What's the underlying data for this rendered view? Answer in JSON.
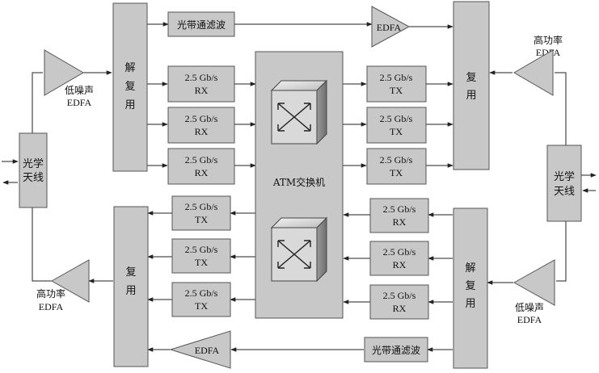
{
  "labels": {
    "bandpass_filter": "光带通滤波",
    "edfa": "EDFA",
    "demux": [
      "解",
      "复",
      "用"
    ],
    "mux": [
      "复",
      "用"
    ],
    "rate": "2.5 Gb/s",
    "rx": "RX",
    "tx": "TX",
    "atm_switch": "ATM交换机",
    "optical_antenna": [
      "光学",
      "天线"
    ],
    "low_noise": "低噪声",
    "high_power": "高功率"
  },
  "icons": {
    "switch": "atm-switch-cube-icon",
    "amplifier": "amplifier-triangle-icon"
  },
  "colors": {
    "block_fill": "#c8c8c8",
    "block_stroke": "#555555",
    "line": "#222222"
  }
}
